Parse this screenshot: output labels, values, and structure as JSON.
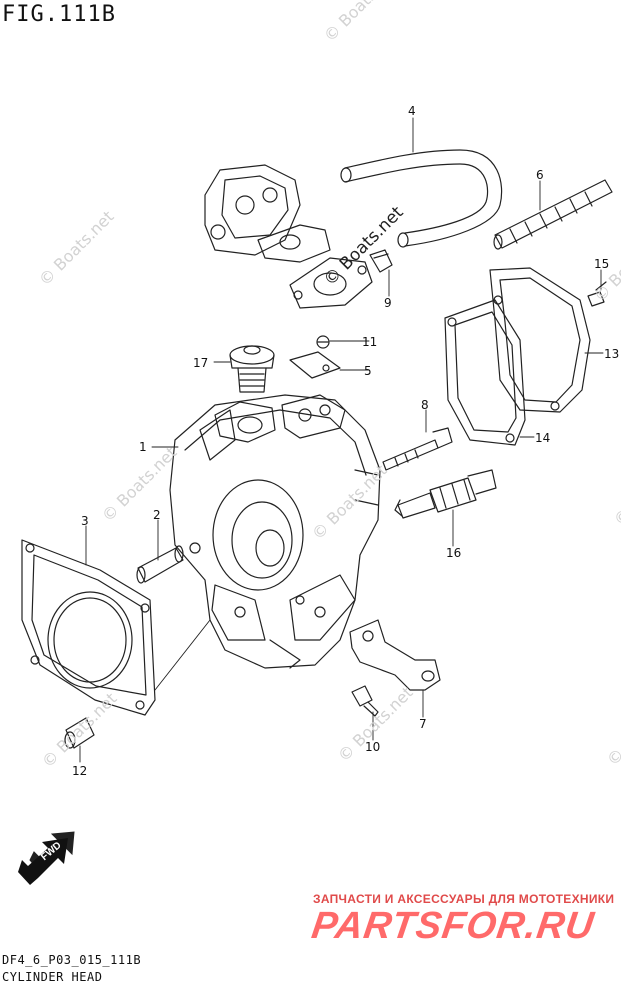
{
  "figure": {
    "title": "FIG.111B",
    "code": "DF4_6_P03_015_111B",
    "name": "CYLINDER HEAD"
  },
  "watermark": {
    "text": "© Boats.net"
  },
  "brand": {
    "tagline": "ЗАПЧАСТИ И АКСЕССУАРЫ ДЛЯ МОТОТЕХНИКИ",
    "logo": "PARTSFOR.RU",
    "color": "#ff6a6a"
  },
  "direction_badge": {
    "label": "FWD"
  },
  "callouts": [
    "1",
    "2",
    "3",
    "4",
    "5",
    "6",
    "7",
    "8",
    "9",
    "10",
    "11",
    "12",
    "13",
    "14",
    "15",
    "16",
    "17"
  ]
}
